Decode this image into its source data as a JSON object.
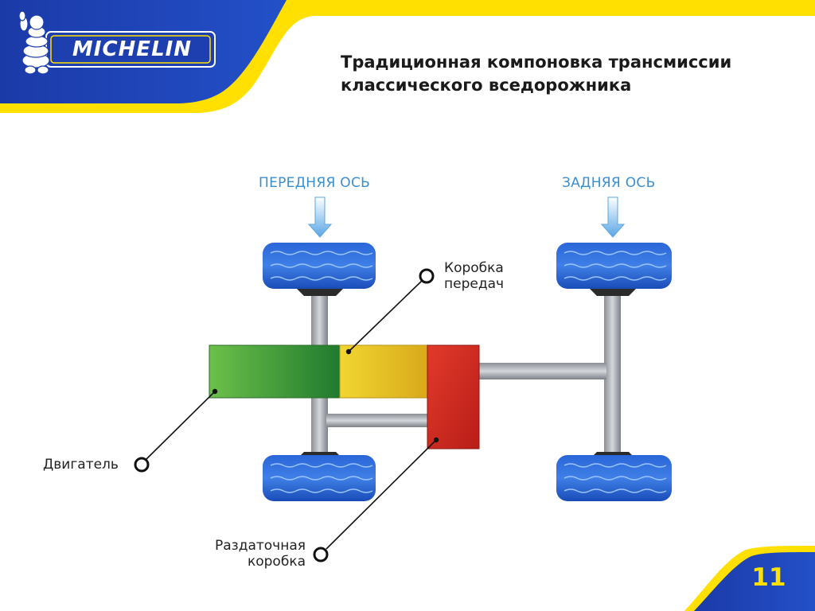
{
  "header": {
    "logo_text": "MICHELIN",
    "title_line1": "Традиционная компоновка трансмиссии",
    "title_line2": "классического вседорожника"
  },
  "diagram": {
    "front_axle_label": "ПЕРЕДНЯЯ ОСЬ",
    "rear_axle_label": "ЗАДНЯЯ ОСЬ",
    "gearbox_label_line1": "Коробка",
    "gearbox_label_line2": "передач",
    "engine_label": "Двигатель",
    "transfer_case_label_line1": "Раздаточная",
    "transfer_case_label_line2": "коробка"
  },
  "footer": {
    "page_number": "11"
  },
  "colors": {
    "brand_blue": "#1e3fb0",
    "brand_yellow": "#ffe000",
    "tire_blue": "#1f5fd0",
    "engine_green": "#3aa335",
    "gearbox_yellow": "#e8c41c",
    "transfer_red": "#d32a20",
    "axle_label_blue": "#3a8fd0"
  }
}
